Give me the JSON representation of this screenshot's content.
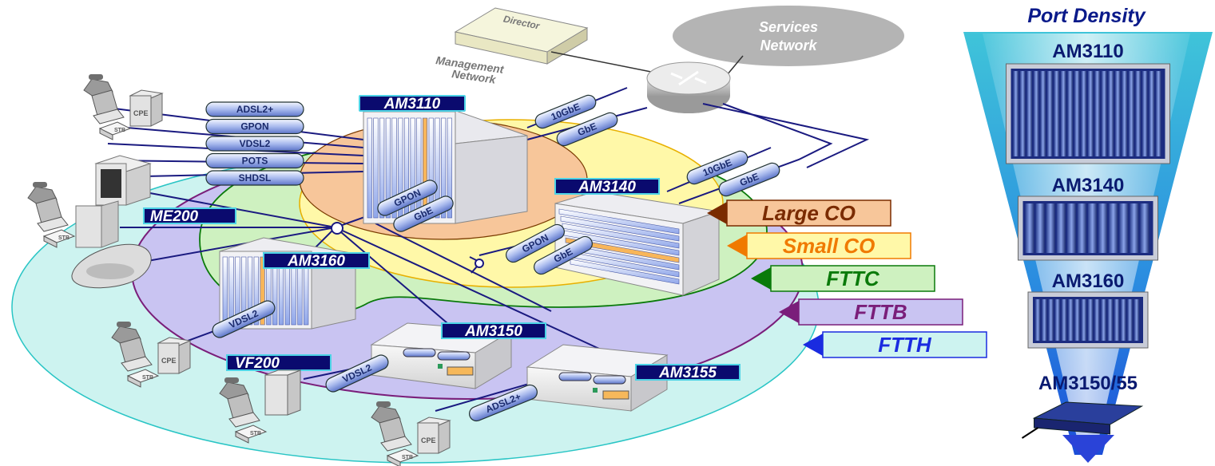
{
  "devices": {
    "am3110": "AM3110",
    "am3140": "AM3140",
    "am3160": "AM3160",
    "am3150": "AM3150",
    "am3155": "AM3155",
    "me200": "ME200",
    "vf200": "VF200",
    "director": "Director"
  },
  "networks": {
    "services_line1": "Services",
    "services_line2": "Network",
    "mgmt_line1": "Management",
    "mgmt_line2": "Network"
  },
  "links": {
    "adsl2plus": "ADSL2+",
    "gpon": "GPON",
    "vdsl2": "VDSL2",
    "pots": "POTS",
    "shdsl": "SHDSL",
    "tengbe": "10GbE",
    "gbe": "GbE"
  },
  "endpoint": {
    "cpe": "CPE",
    "stb": "STB"
  },
  "zones": {
    "large_co": "Large CO",
    "small_co": "Small CO",
    "fttc": "FTTC",
    "fttb": "FTTB",
    "ftth": "FTTH"
  },
  "sidebar": {
    "title": "Port Density",
    "items": [
      "AM3110",
      "AM3140",
      "AM3160",
      "AM3150/55"
    ]
  }
}
